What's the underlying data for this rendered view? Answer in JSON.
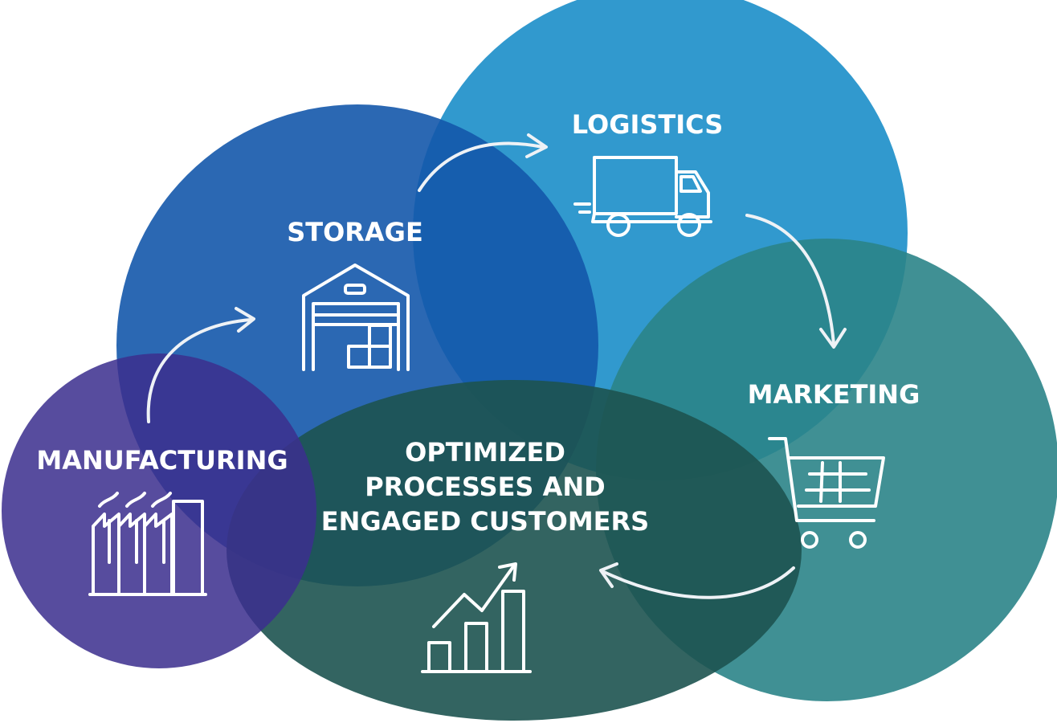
{
  "nodes": {
    "logistics": {
      "label": "LOGISTICS",
      "icon": "truck-icon",
      "color": "#2a96cc"
    },
    "storage": {
      "label": "STORAGE",
      "icon": "warehouse-icon",
      "color": "#1a5fae"
    },
    "marketing": {
      "label": "MARKETING",
      "icon": "shopping-cart-icon",
      "color": "#2e8a8c"
    },
    "manufacturing": {
      "label": "MANUFACTURING",
      "icon": "factory-icon",
      "color": "#3d3a8c"
    },
    "center": {
      "lines": [
        "OPTIMIZED",
        "PROCESSES AND",
        "ENGAGED CUSTOMERS"
      ],
      "icon": "growth-chart-icon",
      "color": "#1f4f58"
    }
  },
  "flow": [
    "manufacturing",
    "storage",
    "logistics",
    "marketing",
    "center"
  ]
}
